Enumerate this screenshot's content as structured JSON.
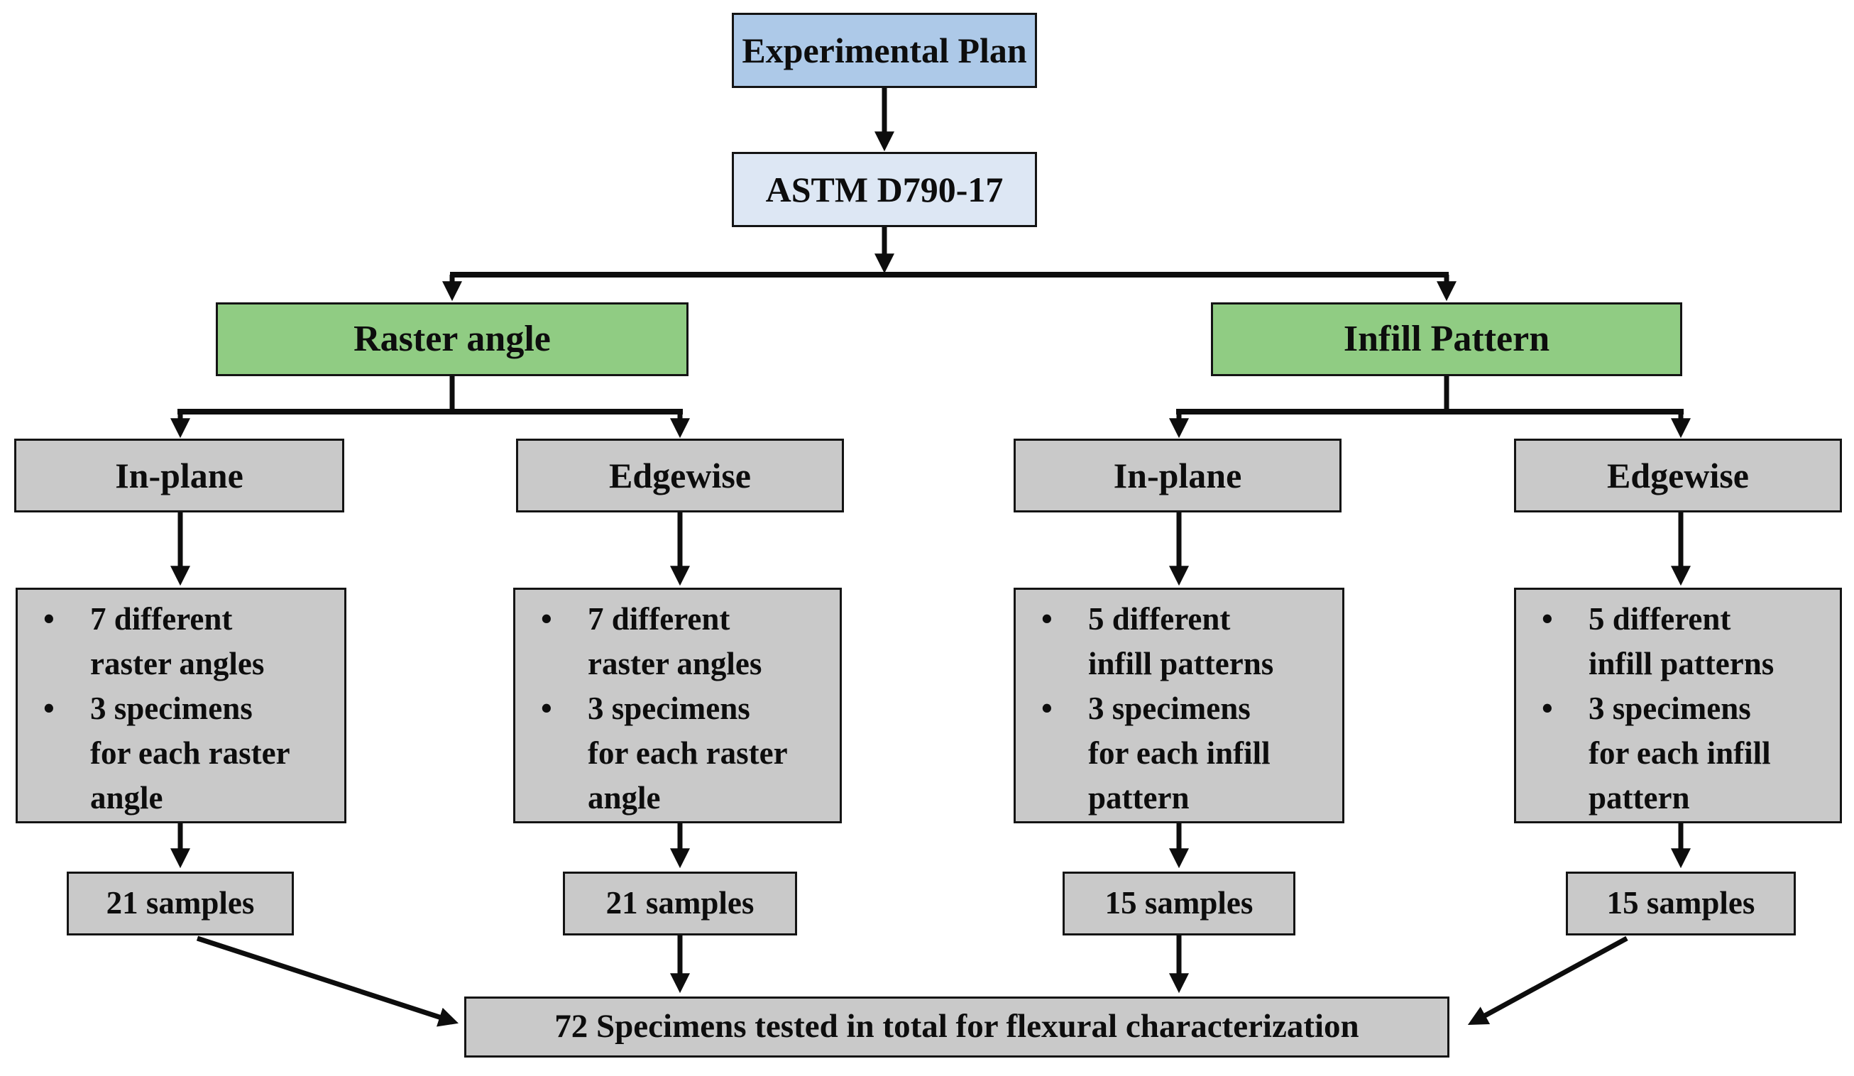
{
  "colors": {
    "root_fill": "#adc9e8",
    "standard_fill": "#dde7f4",
    "factor_fill": "#90cc83",
    "node_fill": "#c9c9c9",
    "line_and_text": "#0d0d0d",
    "background": "#ffffff"
  },
  "flowchart": {
    "bullet_glyph": "•",
    "root": "Experimental Plan",
    "standard": "ASTM D790-17",
    "factors": [
      {
        "label": "Raster angle",
        "children": [
          {
            "label": "In-plane",
            "bullets": [
              "7 different raster angles",
              "3 specimens for each raster angle"
            ],
            "result": "21 samples"
          },
          {
            "label": "Edgewise",
            "bullets": [
              "7 different raster angles",
              "3 specimens for each raster angle"
            ],
            "result": "21 samples"
          }
        ]
      },
      {
        "label": "Infill Pattern",
        "children": [
          {
            "label": "In-plane",
            "bullets": [
              "5 different infill patterns",
              "3 specimens for each infill pattern"
            ],
            "result": "15 samples"
          },
          {
            "label": "Edgewise",
            "bullets": [
              "5 different infill patterns",
              "3 specimens for each infill pattern"
            ],
            "result": "15 samples"
          }
        ]
      }
    ],
    "total": "72 Specimens tested in total for flexural characterization"
  }
}
